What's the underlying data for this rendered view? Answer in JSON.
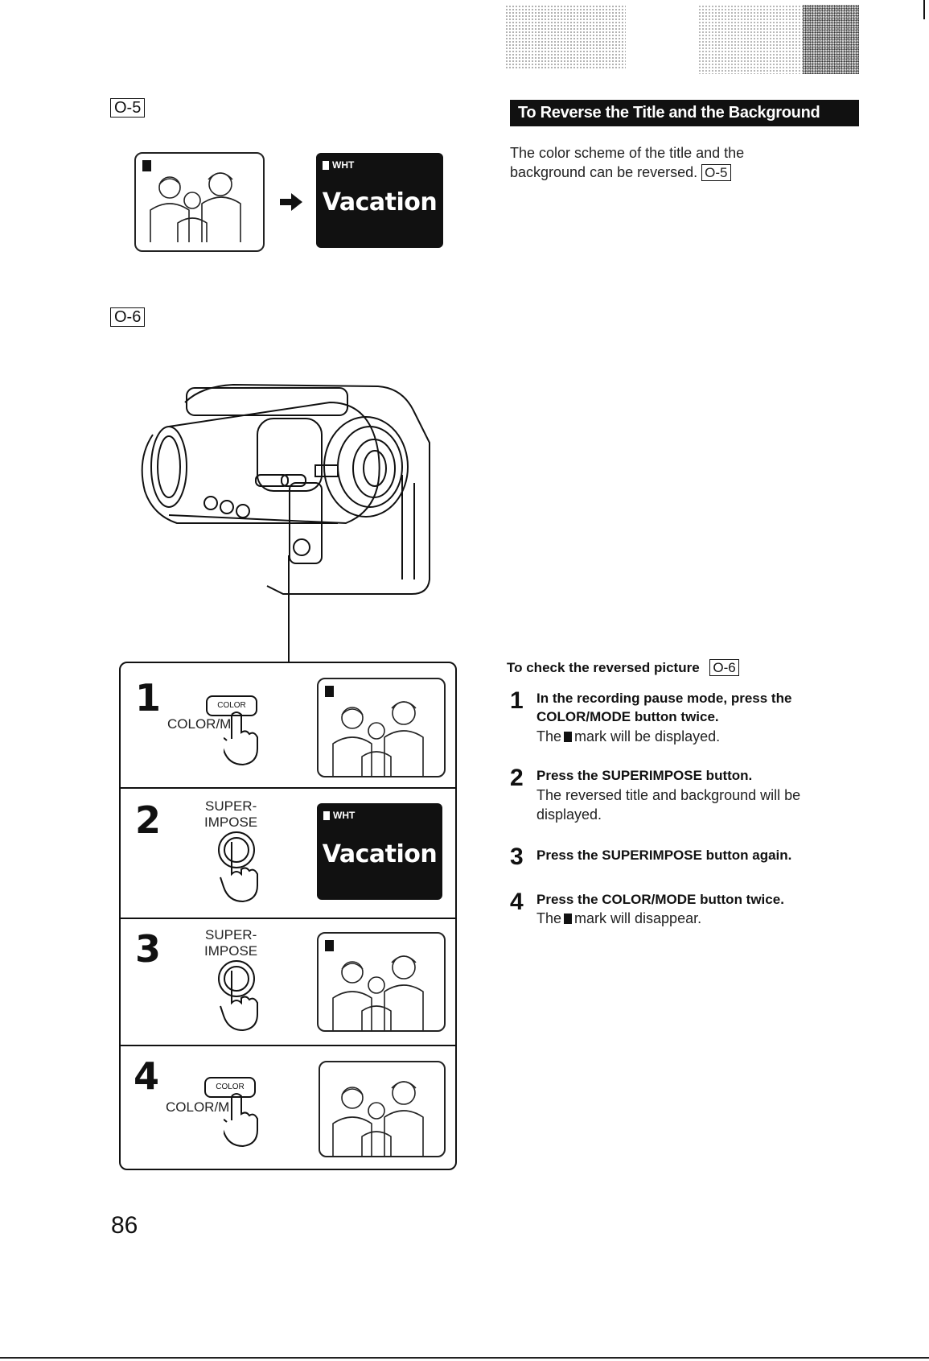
{
  "figures": {
    "o5": "O-5",
    "o6": "O-6"
  },
  "title_screen": {
    "wht": "WHT",
    "text": "Vacation"
  },
  "section": {
    "header": "To Reverse the Title and the Background",
    "intro_line1": "The color scheme of the title and the",
    "intro_line2": "background can be reversed.",
    "intro_ref": "O-5"
  },
  "check": {
    "heading": "To check the reversed picture",
    "heading_ref": "O-6",
    "steps": [
      {
        "num": "1",
        "head_line1": "In the recording pause mode, press the",
        "head_line2": "COLOR/MODE button twice.",
        "desc_pre": "The",
        "desc_post": "mark will be displayed."
      },
      {
        "num": "2",
        "head_line1": "Press the SUPERIMPOSE button.",
        "desc_line1": "The reversed title and background will be",
        "desc_line2": "displayed."
      },
      {
        "num": "3",
        "head_line1": "Press the SUPERIMPOSE button again."
      },
      {
        "num": "4",
        "head_line1": "Press the COLOR/MODE button twice.",
        "desc_pre": "The",
        "desc_post": "mark will disappear."
      }
    ]
  },
  "panel": {
    "rows": [
      {
        "num": "1",
        "button_label": "COLOR/M",
        "button_text": "COLOR"
      },
      {
        "num": "2",
        "button_label_line1": "SUPER-",
        "button_label_line2": "IMPOSE"
      },
      {
        "num": "3",
        "button_label_line1": "SUPER-",
        "button_label_line2": "IMPOSE"
      },
      {
        "num": "4",
        "button_label": "COLOR/M",
        "button_text": "COLOR"
      }
    ]
  },
  "page_number": "86"
}
